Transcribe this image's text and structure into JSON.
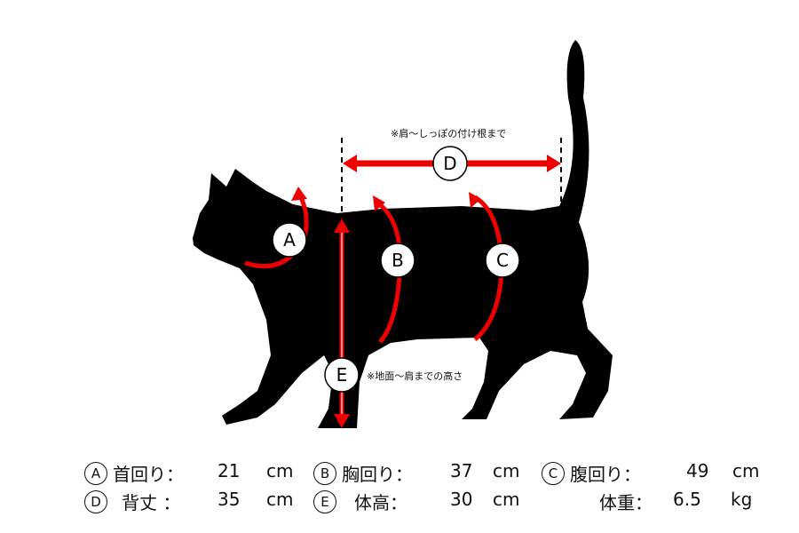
{
  "diagram": {
    "markers": {
      "A": "A",
      "B": "B",
      "C": "C",
      "D": "D",
      "E": "E"
    },
    "note_d": "※肩～しっぽの付け根まで",
    "note_e": "※地面～肩までの高さ",
    "colors": {
      "arrow": "#ee0000",
      "cat": "#000000"
    }
  },
  "measurements": [
    {
      "marker": "A",
      "label": "首回り：",
      "value": "21",
      "unit": "cm"
    },
    {
      "marker": "B",
      "label": "胸回り：",
      "value": "37",
      "unit": "cm"
    },
    {
      "marker": "C",
      "label": "腹回り：",
      "value": "49",
      "unit": "cm"
    },
    {
      "marker": "D",
      "label": "背丈 ：",
      "value": "35",
      "unit": "cm"
    },
    {
      "marker": "E",
      "label": "体高：",
      "value": "30",
      "unit": "cm"
    },
    {
      "marker": "",
      "label": "体重：",
      "value": "6.5",
      "unit": "kg"
    }
  ]
}
